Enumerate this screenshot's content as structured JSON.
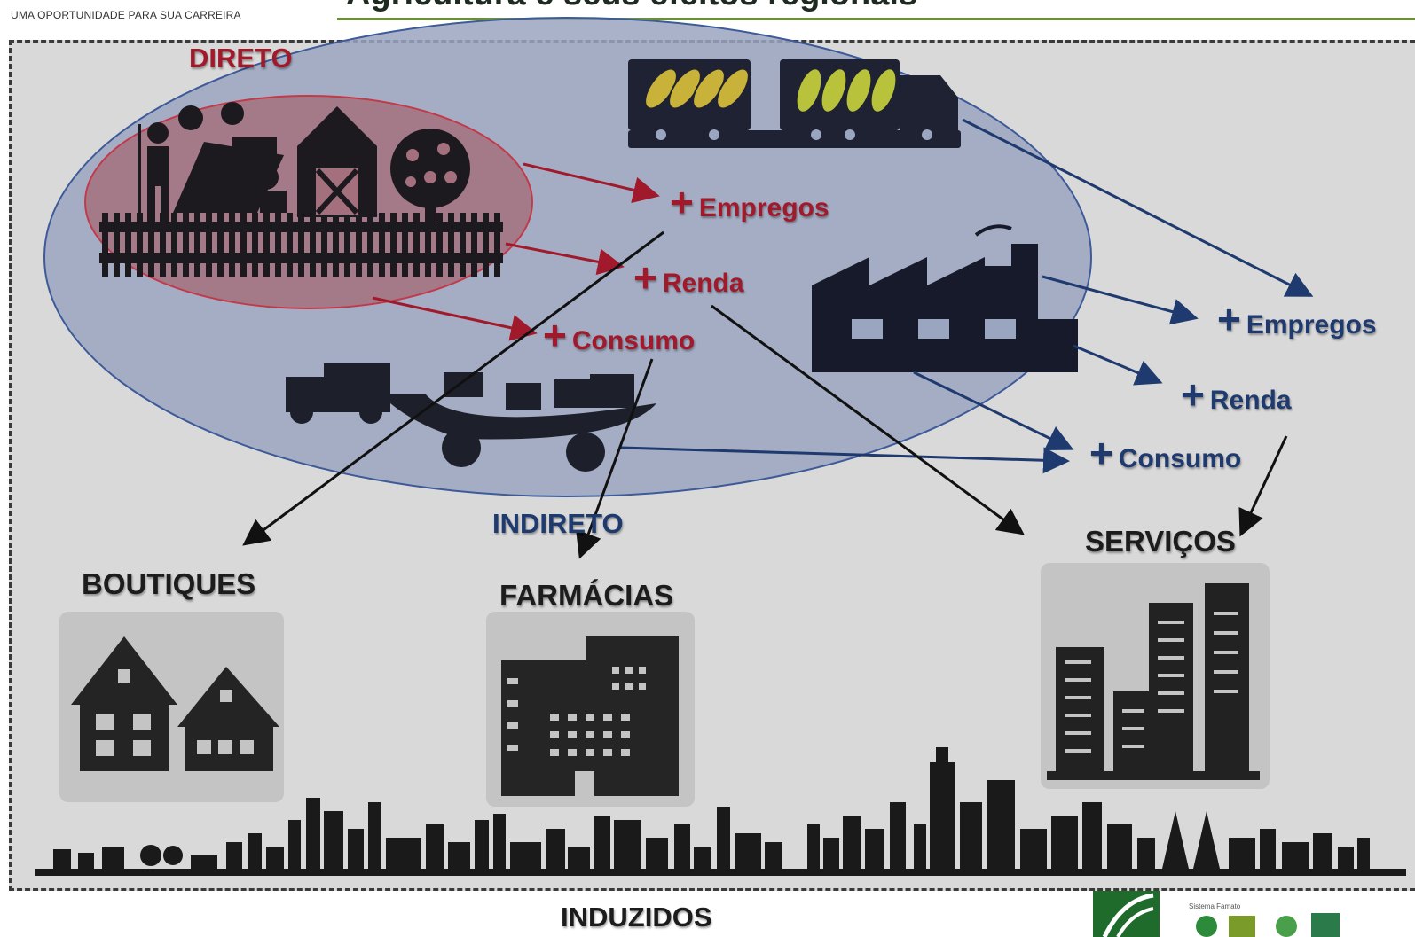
{
  "header": {
    "tagline": "UMA OPORTUNIDADE PARA SUA CARREIRA",
    "title": "Agricultura e seus efeitos regionais"
  },
  "zones": {
    "direct": "DIRETO",
    "indirect": "INDIRETO",
    "induced": "INDUZIDOS"
  },
  "direct_effects": {
    "jobs": "Empregos",
    "income": "Renda",
    "consumption": "Consumo"
  },
  "industry_effects": {
    "jobs": "Empregos",
    "income": "Renda",
    "consumption": "Consumo"
  },
  "sectors": {
    "boutiques": "BOUTIQUES",
    "pharmacies": "FARMÁCIAS",
    "services": "SERVIÇOS"
  },
  "footer": {
    "logo_caption": "Sistema Famato"
  },
  "colors": {
    "direct_red": "#a11a2b",
    "indirect_blue": "#1f3a6e",
    "ellipse_fill": "#9aa5bf",
    "background": "#d9d9d9"
  }
}
